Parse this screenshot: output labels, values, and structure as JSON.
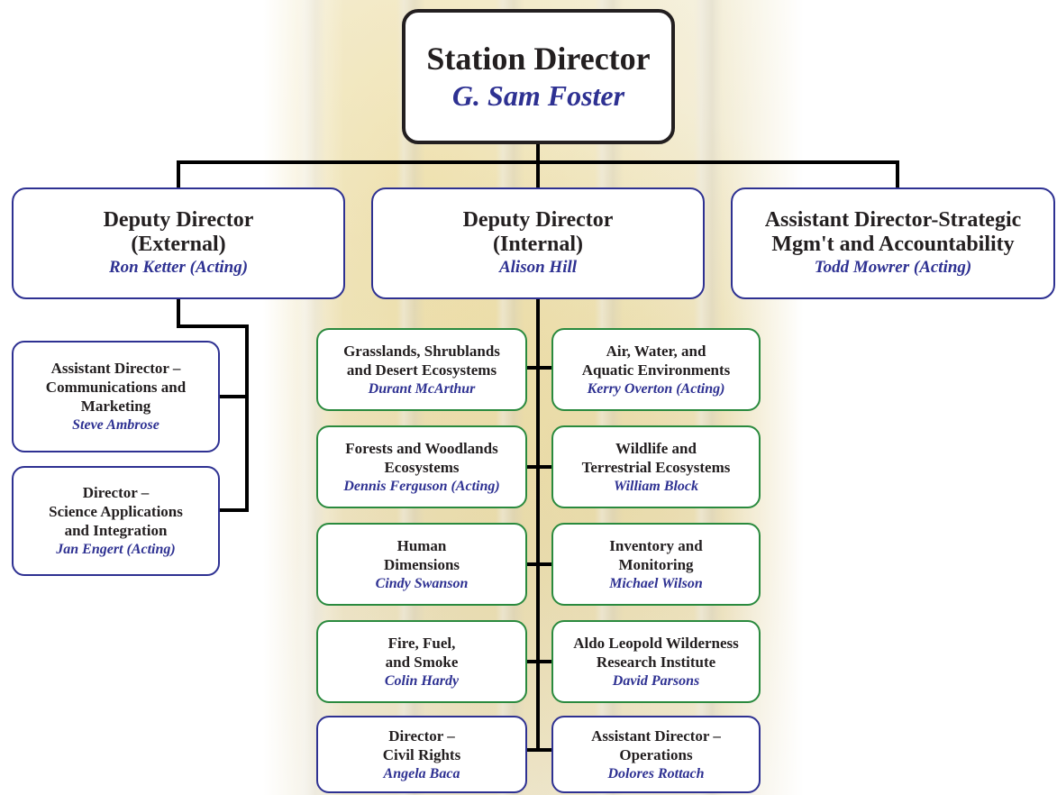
{
  "top": {
    "title": "Station Director",
    "name": "G. Sam Foster"
  },
  "level1": [
    {
      "title": [
        "Deputy Director",
        "(External)"
      ],
      "name": "Ron Ketter (Acting)"
    },
    {
      "title": [
        "Deputy Director",
        "(Internal)"
      ],
      "name": "Alison Hill"
    },
    {
      "title": [
        "Assistant Director-Strategic",
        "Mgm't and Accountability"
      ],
      "name": "Todd Mowrer (Acting)"
    }
  ],
  "external_units": [
    {
      "title": [
        "Assistant Director –",
        "Communications and",
        "Marketing"
      ],
      "name": "Steve Ambrose"
    },
    {
      "title": [
        "Director –",
        "Science Applications",
        "and Integration"
      ],
      "name": "Jan Engert (Acting)"
    }
  ],
  "internal_units_left": [
    {
      "title": [
        "Grasslands, Shrublands",
        "and Desert Ecosystems"
      ],
      "name": "Durant McArthur"
    },
    {
      "title": [
        "Forests and Woodlands",
        "Ecosystems"
      ],
      "name": "Dennis Ferguson (Acting)"
    },
    {
      "title": [
        "Human",
        "Dimensions"
      ],
      "name": "Cindy Swanson"
    },
    {
      "title": [
        "Fire, Fuel,",
        "and Smoke"
      ],
      "name": "Colin Hardy"
    },
    {
      "title": [
        "Director –",
        "Civil Rights"
      ],
      "name": "Angela Baca"
    }
  ],
  "internal_units_right": [
    {
      "title": [
        "Air, Water, and",
        "Aquatic Environments"
      ],
      "name": "Kerry Overton (Acting)"
    },
    {
      "title": [
        "Wildlife and",
        "Terrestrial Ecosystems"
      ],
      "name": "William Block"
    },
    {
      "title": [
        "Inventory and",
        "Monitoring"
      ],
      "name": "Michael Wilson"
    },
    {
      "title": [
        "Aldo Leopold Wilderness",
        "Research Institute"
      ],
      "name": "David Parsons"
    },
    {
      "title": [
        "Assistant Director –",
        "Operations"
      ],
      "name": "Dolores Rottach"
    }
  ],
  "colors": {
    "line": "#000000",
    "blue_border": "#2e3192",
    "green_border": "#2a8a3e",
    "name_text": "#2e3192"
  }
}
